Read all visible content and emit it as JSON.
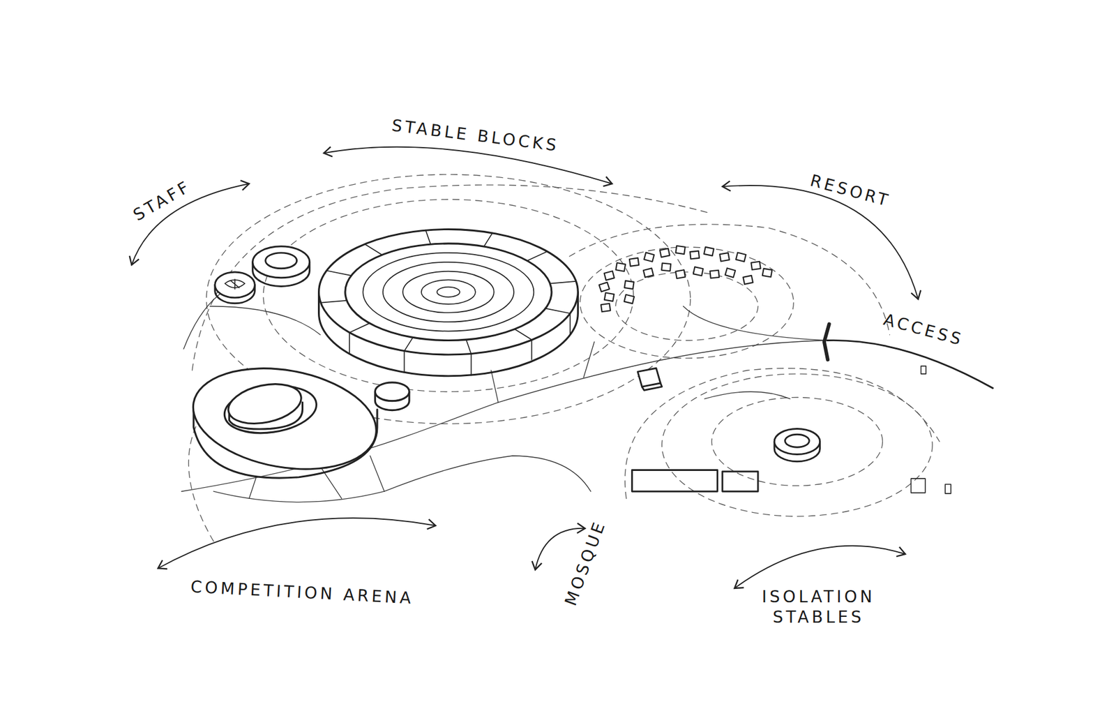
{
  "diagram": {
    "labels": [
      "STABLE BLOCKS",
      "STAFF",
      "RESORT",
      "ACCESS",
      "COMPETITION ARENA",
      "MOSQUE",
      "ISOLATION STABLES"
    ]
  }
}
